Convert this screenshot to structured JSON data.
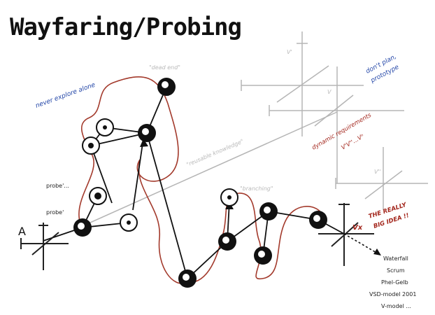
{
  "title": "Wayfaring/Probing",
  "annotations": {
    "never_explore_alone": "never explore alone",
    "dead_end": "\"dead end\"",
    "dont_plan_1": "don't plan,",
    "dont_plan_2": "prototype",
    "v_prime": "V'",
    "v": "V",
    "v_double": "V''",
    "dynamic_1": "dynamic requirements",
    "dynamic_2": "V'V''...Vⁿ",
    "reusable": "\"reusable knowledge\"",
    "branching": "\"branching\"",
    "probe_dots": "probe'...",
    "probe": "probe'",
    "a_label": "A",
    "vx": "Vx",
    "really_big_1": "THE REALLY",
    "really_big_2": "BIG IDEA !!",
    "methods": [
      "Waterfall",
      "Scrum",
      "Phel-Gelb",
      "VSD-model 2001",
      "V-model ..."
    ]
  },
  "colors": {
    "ink": "#111111",
    "loop": "#a33a2c",
    "blue_note": "#2447a8",
    "red_note": "#a3261c",
    "grey_axis": "#b5b5b5"
  }
}
